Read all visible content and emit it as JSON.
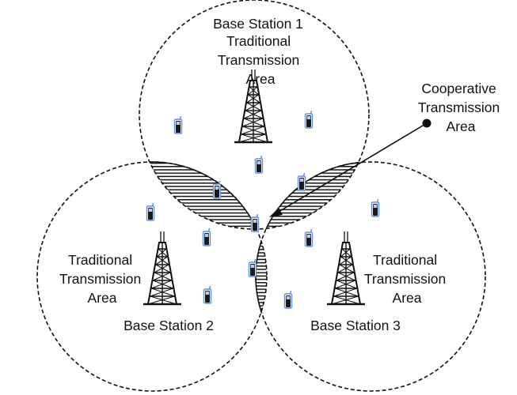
{
  "labels": {
    "bs1_name": "Base Station 1",
    "bs1_area": [
      "Traditional",
      "Transmission",
      "Area"
    ],
    "bs2_area": [
      "Traditional",
      "Transmission",
      "Area"
    ],
    "bs2_name": "Base Station 2",
    "bs3_area": [
      "Traditional",
      "Transmission",
      "Area"
    ],
    "bs3_name": "Base Station 3",
    "coop_area": [
      "Cooperative",
      "Transmission",
      "Area"
    ]
  },
  "colors": {
    "line": "#111111",
    "phone_outline": "#5b8fe0",
    "phone_body": "#1a1a1a"
  },
  "icons": {
    "tower": "cell-tower-icon",
    "phone": "mobile-phone-icon"
  }
}
